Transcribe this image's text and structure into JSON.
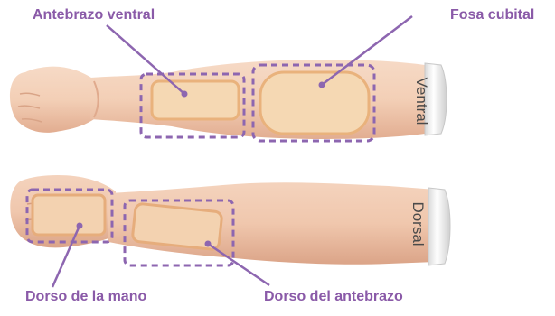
{
  "labels": {
    "ventral_forearm": "Antebrazo ventral",
    "cubital_fossa": "Fosa cubital",
    "hand_dorsum": "Dorso de la mano",
    "forearm_dorsum": "Dorso del antebrazo"
  },
  "side_labels": {
    "top_arm": "Ventral",
    "bottom_arm": "Dorsal"
  },
  "colors": {
    "label_text": "#8a5aa8",
    "callout": "#8d66b0",
    "skin": "#f2cdb3",
    "skin_shadow": "#e3ae90",
    "pad": "#f4d6b0",
    "pad_border": "#e8b27c",
    "cap": "#f4f4f4"
  }
}
